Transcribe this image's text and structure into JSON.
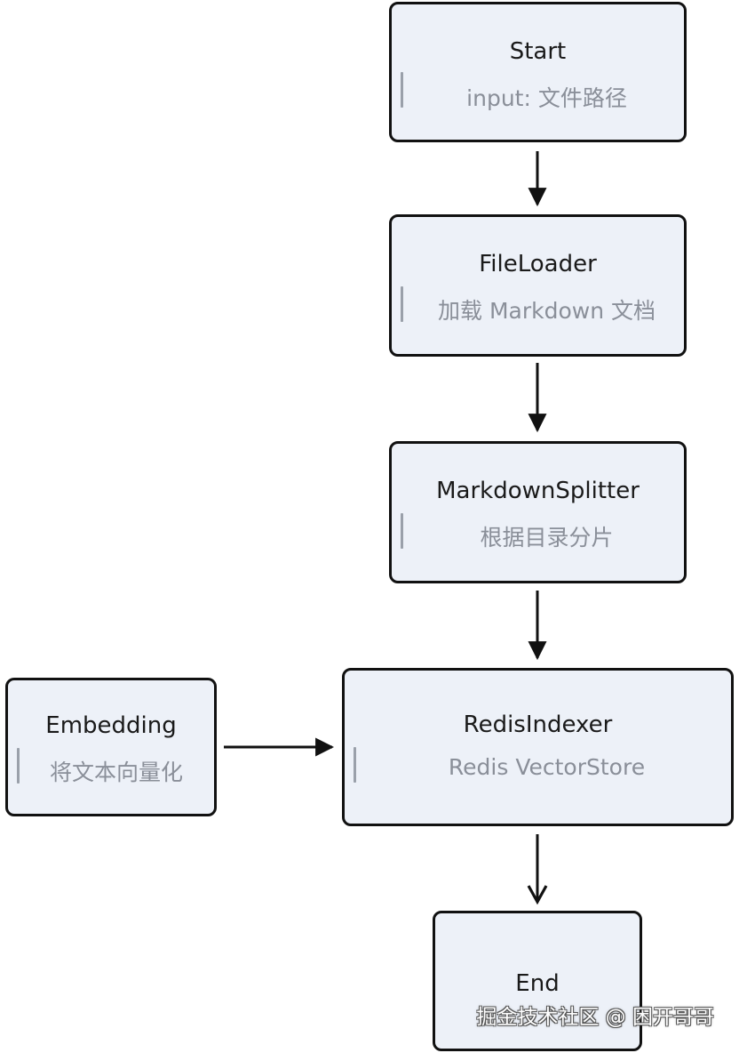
{
  "diagram": {
    "nodes": [
      {
        "id": "start",
        "title": "Start",
        "desc": "input: 文件路径"
      },
      {
        "id": "fileloader",
        "title": "FileLoader",
        "desc": "加载 Markdown 文档"
      },
      {
        "id": "splitter",
        "title": "MarkdownSplitter",
        "desc": "根据目录分片"
      },
      {
        "id": "embedding",
        "title": "Embedding",
        "desc": "将文本向量化"
      },
      {
        "id": "indexer",
        "title": "RedisIndexer",
        "desc": "Redis VectorStore"
      },
      {
        "id": "end",
        "title": "End",
        "desc": ""
      }
    ],
    "edges": [
      {
        "from": "start",
        "to": "fileloader"
      },
      {
        "from": "fileloader",
        "to": "splitter"
      },
      {
        "from": "splitter",
        "to": "indexer"
      },
      {
        "from": "embedding",
        "to": "indexer"
      },
      {
        "from": "indexer",
        "to": "end"
      }
    ]
  },
  "watermark": "掘金技术社区 @ 困开哥哥",
  "colors": {
    "node_fill": "#edf1f8",
    "node_border": "#111111",
    "title_text": "#1a1a1a",
    "desc_text": "#8a8f99",
    "edge": "#111111"
  }
}
